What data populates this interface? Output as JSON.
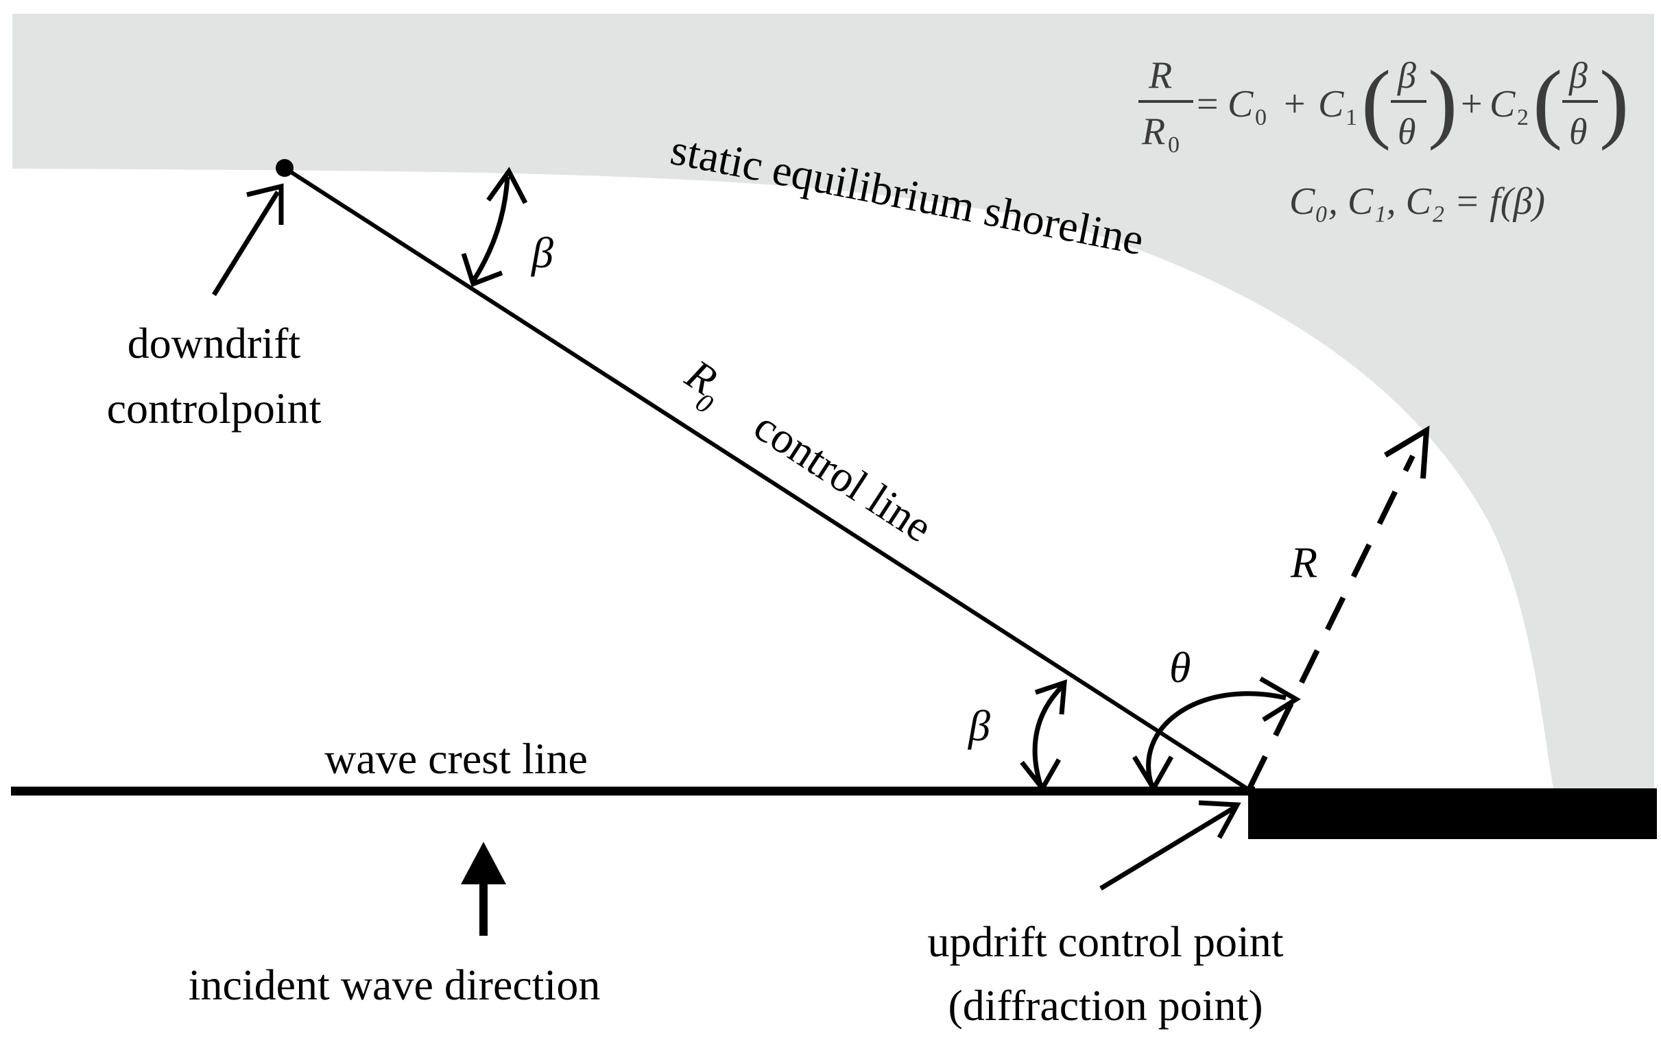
{
  "colors": {
    "land": "#e2e3e3",
    "ink": "#000000",
    "formula_ink": "#3c3c3c"
  },
  "labels": {
    "shoreline": "static equilibrium shoreline",
    "downdrift_line1": "downdrift",
    "downdrift_line2": "controlpoint",
    "beta_upper": "β",
    "beta_lower": "β",
    "r0_symbol": "R",
    "r0_subscript": "0",
    "control_line": "control line",
    "r_symbol": "R",
    "theta": "θ",
    "wave_crest": "wave crest line",
    "incident": "incident wave direction",
    "updrift_line1": "updrift control point",
    "updrift_line2": "(diffraction point)"
  },
  "formula": {
    "lhs_num": "R",
    "lhs_den_base": "R",
    "lhs_den_sub": "0",
    "equals": "=",
    "c0": "C",
    "c0_sub": "0",
    "plus1": "+",
    "c1": "C",
    "c1_sub": "1",
    "plus2": "+",
    "c2": "C",
    "c2_sub": "2",
    "frac_num": "β",
    "frac_den": "θ",
    "lparen": "(",
    "rparen": ")",
    "second_line": "C₀, C₁, C₂ = f(β)"
  }
}
